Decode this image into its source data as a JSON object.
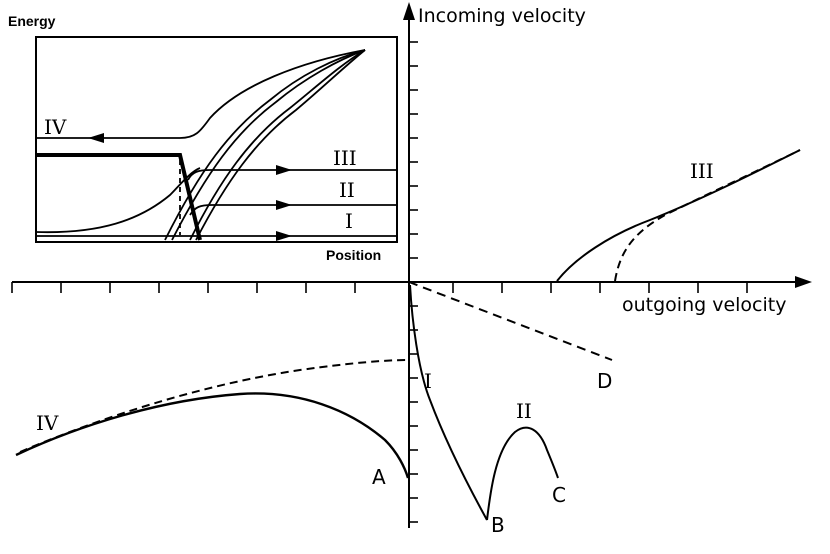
{
  "axes": {
    "y_label": "Incoming velocity",
    "x_label": "outgoing velocity"
  },
  "inset": {
    "y_label": "Energy",
    "x_label": "Position"
  },
  "labels": {
    "I": "I",
    "II": "II",
    "III": "III",
    "IV": "IV",
    "A": "A",
    "B": "B",
    "C": "C",
    "D": "D"
  }
}
